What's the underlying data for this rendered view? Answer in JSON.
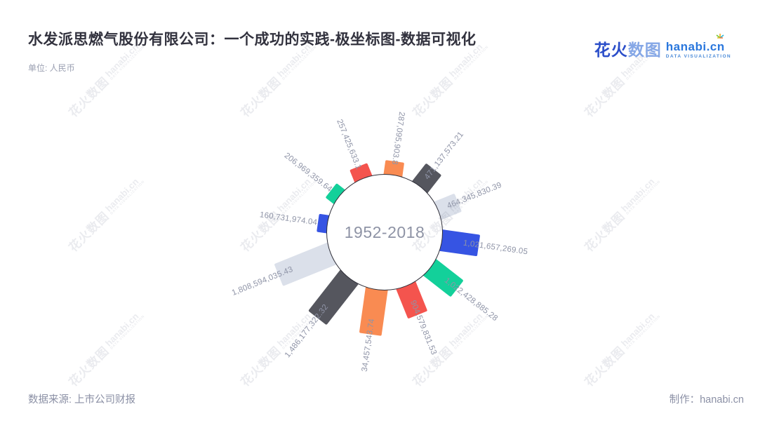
{
  "title": "水发派思燃气股份有限公司：一个成功的实践-极坐标图-数据可视化",
  "unit_label": "单位: 人民币",
  "brand": {
    "logo_cn_strong": "花火",
    "logo_cn_lite": "数图",
    "logo_en": "hanabi.cn",
    "logo_sub": "DATA VISUALIZATION"
  },
  "watermark": {
    "text_cn": "花火数图",
    "text_en": "hanabi.cn",
    "text_sub": "DATA VISUALIZATION"
  },
  "footer": {
    "source": "数据来源: 上市公司财报",
    "credit_label": "制作：",
    "credit_value": "hanabi.cn"
  },
  "chart_data": {
    "type": "polar_bar",
    "center_label": "1952-2018",
    "legend": "none",
    "radial_axis_visible": false,
    "colors": {
      "red": "#f4544e",
      "orange": "#f98b52",
      "green": "#13d09a",
      "blue": "#3654e3",
      "dark_gray": "#55565e",
      "light_gray": "#dbe0ea",
      "label_text": "#8f94a7",
      "center_text": "#8e93a5"
    },
    "items": [
      {
        "label": "287,095,903.8",
        "value": 287095903.8,
        "angle_deg": 82,
        "outer_radius": 102,
        "color": "#f98b52"
      },
      {
        "label": "471,137,573.21",
        "value": 471137573.21,
        "angle_deg": 52,
        "outer_radius": 114,
        "color": "#55565e"
      },
      {
        "label": "464,345,830.39",
        "value": 464345830.39,
        "angle_deg": 22,
        "outer_radius": 113,
        "color": "#dbe0ea"
      },
      {
        "label": "1,021,657,269.05",
        "value": 1021657269.05,
        "angle_deg": 352,
        "outer_radius": 135,
        "color": "#3654e3"
      },
      {
        "label": "1,022,428,885.28",
        "value": 1022428885.28,
        "angle_deg": 322,
        "outer_radius": 131,
        "color": "#13d09a"
      },
      {
        "label": "904,579,831.53",
        "value": 904579831.53,
        "angle_deg": 292,
        "outer_radius": 127,
        "color": "#f4544e"
      },
      {
        "label": "34,457,543.74",
        "value": 34457543.74,
        "angle_deg": 262,
        "outer_radius": 147,
        "color": "#f98b52"
      },
      {
        "label": "1,486,177,322.32",
        "value": 1486177322.32,
        "angle_deg": 232,
        "outer_radius": 155,
        "color": "#55565e"
      },
      {
        "label": "1,808,594,035.43",
        "value": 1808594035.43,
        "angle_deg": 202,
        "outer_radius": 163,
        "color": "#dbe0ea"
      },
      {
        "label": "160,731,974.04",
        "value": 160731974.04,
        "angle_deg": 172,
        "outer_radius": 96,
        "color": "#3654e3"
      },
      {
        "label": "206,969,359.64",
        "value": 206969359.64,
        "angle_deg": 142,
        "outer_radius": 97,
        "color": "#13d09a"
      },
      {
        "label": "257,425,633.1",
        "value": 257425633.1,
        "angle_deg": 112,
        "outer_radius": 101,
        "color": "#f4544e"
      }
    ]
  }
}
